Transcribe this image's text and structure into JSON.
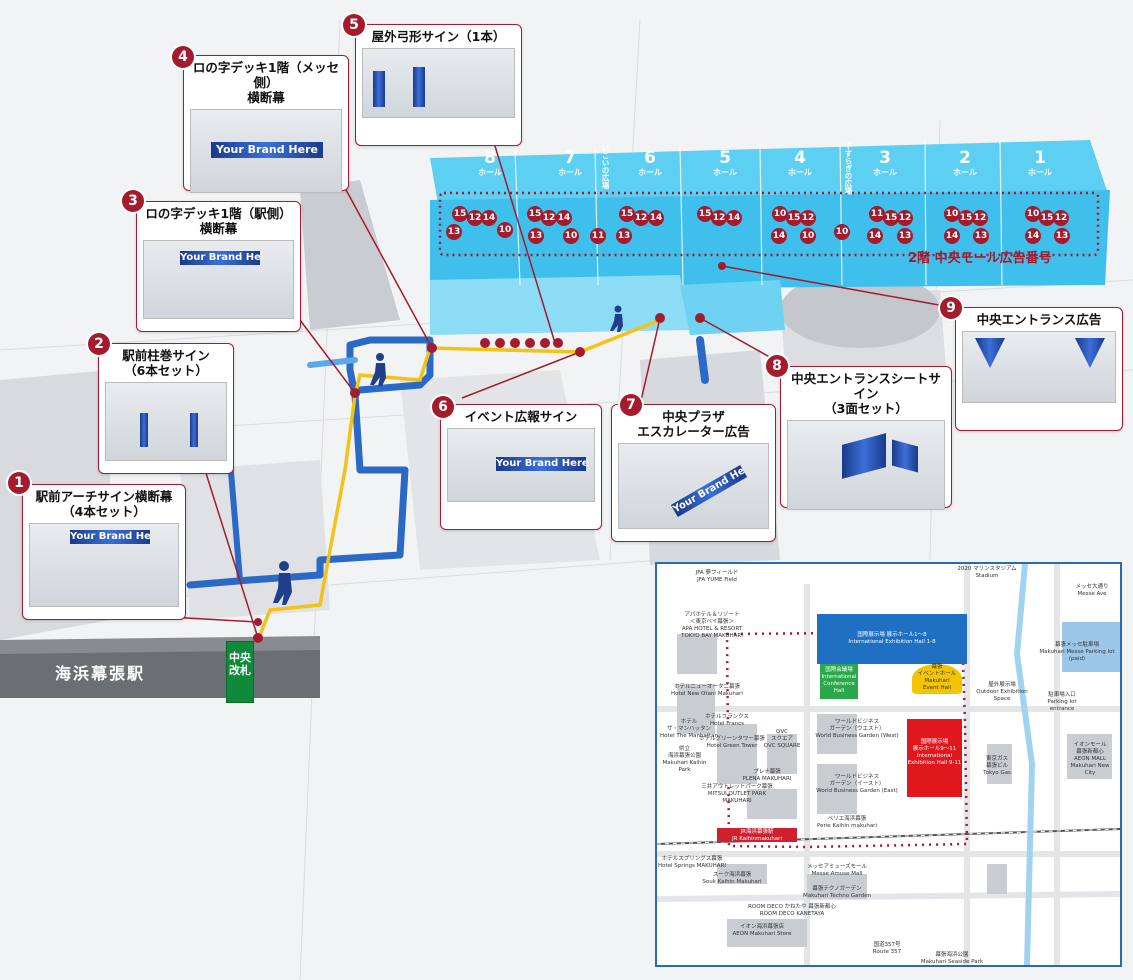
{
  "station": {
    "name": "海浜幕張駅",
    "gate": "中央\n改札"
  },
  "halls": [
    {
      "number": "8",
      "word": "ホール"
    },
    {
      "number": "7",
      "word": "ホール"
    },
    {
      "number": "6",
      "word": "ホール"
    },
    {
      "number": "5",
      "word": "ホール"
    },
    {
      "number": "4",
      "word": "ホール"
    },
    {
      "number": "3",
      "word": "ホール"
    },
    {
      "number": "2",
      "word": "ホール"
    },
    {
      "number": "1",
      "word": "ホール"
    }
  ],
  "corridor_labels": [
    "いこいの広場",
    "やすらぎの広場"
  ],
  "second_floor_label": "2階 中央モール広告番号",
  "ad_numbers": [
    "15",
    "12",
    "14",
    "13",
    "10",
    "15",
    "12",
    "14",
    "13",
    "10",
    "11",
    "15",
    "12",
    "14",
    "13",
    "15",
    "12",
    "14",
    "10",
    "15",
    "12",
    "14",
    "10",
    "10",
    "11",
    "15",
    "12",
    "14",
    "13",
    "10",
    "15",
    "12",
    "14",
    "13",
    "10",
    "15",
    "12",
    "14",
    "13",
    "10"
  ],
  "brand_text": "Your Brand Here",
  "callouts": [
    {
      "id": "1",
      "title": "駅前アーチサイン横断幕\n（4本セット）"
    },
    {
      "id": "2",
      "title": "駅前柱巻サイン\n（6本セット）"
    },
    {
      "id": "3",
      "title": "ロの字デッキ1階（駅側）\n横断幕"
    },
    {
      "id": "4",
      "title": "ロの字デッキ1階（メッセ側）\n横断幕"
    },
    {
      "id": "5",
      "title": "屋外弓形サイン（1本）"
    },
    {
      "id": "6",
      "title": "イベント広報サイン"
    },
    {
      "id": "7",
      "title": "中央プラザ\nエスカレーター広告"
    },
    {
      "id": "8",
      "title": "中央エントランスシートサイン\n（3面セット）"
    },
    {
      "id": "9",
      "title": "中央エントランス広告"
    }
  ],
  "inset_map": {
    "labels": [
      "2020 マリンスタジアム\nStadium",
      "JFA 夢フィールド\nJFA YUME Field",
      "国際展示場 展示ホール1〜8\nInternational Exhibition Hall 1-8",
      "国際会議場\nInternational\nConference Hall",
      "幕張\nイベントホール\nMakuhari\nEvent Hall",
      "国際展示場\n展示ホール9〜11\nInternational\nExhibition Hall 9-11",
      "JR海浜幕張駅\nJR Kaihinmakuhari",
      "ワールドビジネス\nガーデン（ウエスト）\nWorld Business Garden (West)",
      "ワールドビジネス\nガーデン（イースト）\nWorld Business Garden (East)",
      "QVC\nスクエア\nQVC SQUARE",
      "アパホテル＆リゾート\n＜東京ベイ幕張＞\nAPA HOTEL & RESORT\nTOKYO BAY MAKUHARI",
      "ホテルニューオータニ幕張\nHotel New Otani Makuhari",
      "ホテル\nザ・マンハッタン\nHotel The Manhattan",
      "ホテルスプリングス幕張\nHotel Springs MAKUHARI",
      "県立\n海浜幕張公園\nMakuhari Kaihin\nPark",
      "幕張メッセ駐車場\nMakuhari Messe Parking lot (paid)",
      "イオンモール\n幕張新都心\nAEON MALL\nMakuhari New City",
      "東京ガス\n幕張ビル\nTokyo Gas",
      "屋外展示場\nOutdoor Exhibition Space",
      "メッセアミューズモール\nMesse Amuse Mall",
      "幕張テクノガーデン\nMakuhari Techno Garden",
      "イオン海浜幕張店\nAEON Makuhari Store",
      "プレナ幕張\nPLENA MAKUHARI",
      "三井アウトレットパーク幕張\nMITSUI OUTLET PARK MAKUHARI",
      "ホテルフランクス\nHotel Francs",
      "ホテルグリーンタワー幕張\nHotel Green Tower",
      "ペリエ海浜幕張\nPerie Kaihin makuhari",
      "スーク海浜幕張\nSouk Kaihin Makuhari",
      "ROOM DECO かねたや 幕張新都心\nROOM DECO KANETAYA",
      "幕張海浜公園\nMakuhari Seaside Park",
      "駐車場入口\nParking lot entrance",
      "メッセ大通り\nMesse Ave",
      "国道357号\nRoute 357"
    ]
  }
}
